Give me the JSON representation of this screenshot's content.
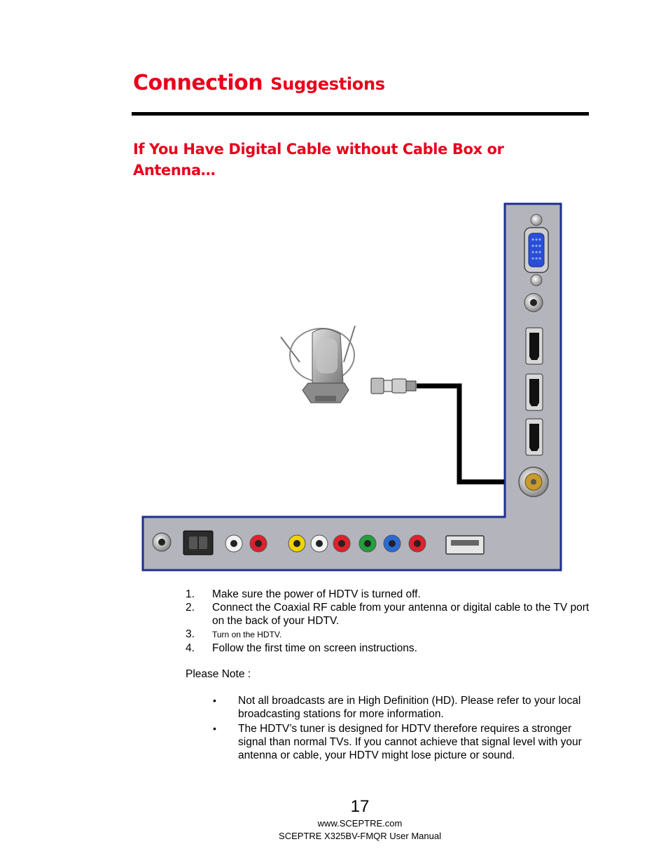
{
  "header": {
    "title_main": "Connection",
    "title_sub": "Suggestions",
    "section_title": "If You Have Digital Cable without Cable Box or Antenna…"
  },
  "steps": [
    {
      "num": "1.",
      "text": "Make sure the power of HDTV is turned off."
    },
    {
      "num": "2.",
      "text": "Connect the Coaxial RF cable from your antenna or digital cable to the TV port on the back of your HDTV."
    },
    {
      "num": "3.",
      "text": "Turn on the HDTV."
    },
    {
      "num": "4.",
      "text": "Follow the first time on screen instructions."
    }
  ],
  "note_label": "Please Note :",
  "notes": [
    {
      "bullet": "•",
      "text": "Not all broadcasts are in High Definition (HD).  Please refer to your local broadcasting stations for more information."
    },
    {
      "bullet": "•",
      "text": "The HDTV’s tuner is designed for HDTV therefore requires a stronger signal than normal TVs.  If you cannot achieve that signal level with your antenna or cable, your HDTV might lose picture or sound."
    }
  ],
  "footer": {
    "page_number": "17",
    "website": "www.SCEPTRE.com",
    "manual": "SCEPTRE X325BV-FMQR User Manual"
  },
  "colors": {
    "heading_red": "#e8001c",
    "panel_fill": "#b4b4bc",
    "panel_border": "#1e2f8c",
    "vga_blue": "#2a4fd6"
  }
}
